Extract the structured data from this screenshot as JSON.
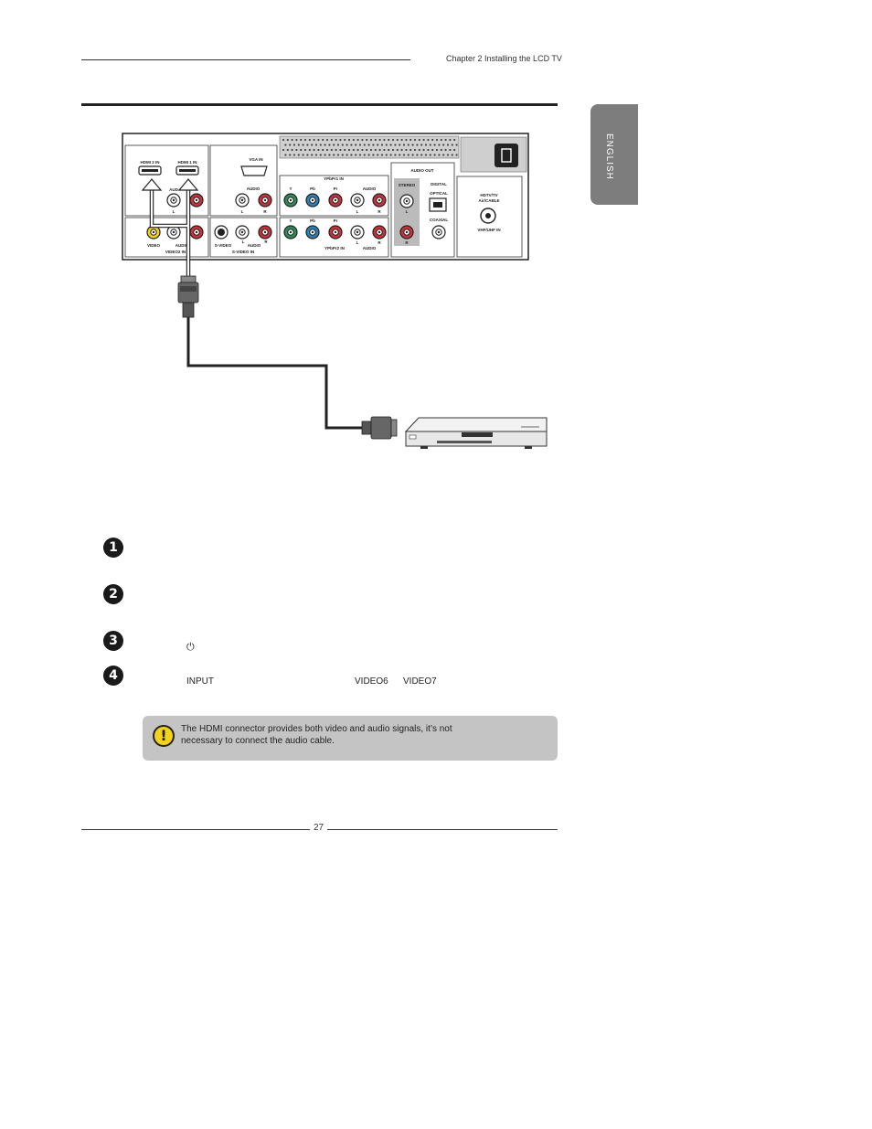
{
  "header": {
    "chapter_title": "Chapter 2 Installing the LCD TV"
  },
  "side_tab": {
    "label": "ENGLISH"
  },
  "diagram": {
    "labels": {
      "hdmi2": "HDMI 2 IN",
      "hdmi1": "HDMI 1 IN",
      "audio_top_left": "AUD",
      "vga_in": "VGA IN",
      "audio": "AUDIO",
      "l": "L",
      "r": "R",
      "y": "Y",
      "pb": "Pb",
      "pr": "Pr",
      "ypbpr1": "YPbPr1 IN",
      "ypbpr2": "YPbPr2 IN",
      "video": "VIDEO",
      "video2_in": "VIDEO2 IN",
      "audi": "AUDIO",
      "svideo": "S-VIDEO",
      "svideo_in": "S-VIDEO IN",
      "audio_out": "AUDIO OUT",
      "stereo": "STEREO",
      "digital": "DIGITAL",
      "optical": "OPTICAL",
      "coaxial": "COAXIAL",
      "hdtv": "HDTV/TV",
      "air_cable": "Air/CABLE",
      "vhf_uhf": "VHF/UHF IN"
    }
  },
  "steps": [
    {
      "number": "1"
    },
    {
      "number": "2"
    },
    {
      "number": "3",
      "power_symbol": "⏻"
    },
    {
      "number": "4",
      "input_word": "INPUT",
      "video6": "VIDEO6",
      "video7": "VIDEO7"
    }
  ],
  "note": {
    "line1": "The HDMI connector provides both video and audio signals, it’s not",
    "line2": "necessary to connect the audio cable."
  },
  "footer": {
    "page_number": "27"
  }
}
